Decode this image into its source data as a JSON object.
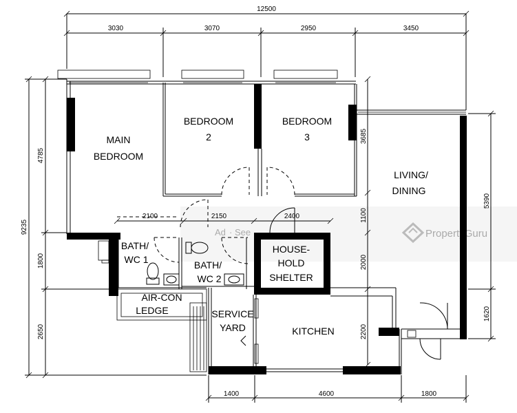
{
  "dimensions": {
    "overall_width": "12500",
    "top": [
      "3030",
      "3070",
      "2950",
      "3450"
    ],
    "left_total": "9235",
    "left": [
      "4785",
      "1800",
      "2650"
    ],
    "right": [
      "5390",
      "1620"
    ],
    "bottom": [
      "1400",
      "4600",
      "1800"
    ],
    "inner_top": [
      "2100",
      "2150",
      "2400"
    ],
    "inner_right": [
      "3685",
      "1100",
      "2000",
      "2200"
    ]
  },
  "rooms": {
    "main_bedroom": [
      "MAIN",
      "BEDROOM"
    ],
    "bedroom_2": [
      "BEDROOM",
      "2"
    ],
    "bedroom_3": [
      "BEDROOM",
      "3"
    ],
    "living_dining": [
      "LIVING/",
      "DINING"
    ],
    "bath_wc_1": [
      "BATH/",
      "WC  1"
    ],
    "bath_wc_2": [
      "BATH/",
      "WC  2"
    ],
    "household_shelter": [
      "HOUSE-",
      "HOLD",
      "SHELTER"
    ],
    "aircon_ledge": [
      "AIR-CON",
      "LEDGE"
    ],
    "service_yard": [
      "SERVICE",
      "YARD"
    ],
    "kitchen": [
      "KITCHEN"
    ]
  },
  "watermark": {
    "brand": "PropertyGuru",
    "tag": "Ad"
  }
}
